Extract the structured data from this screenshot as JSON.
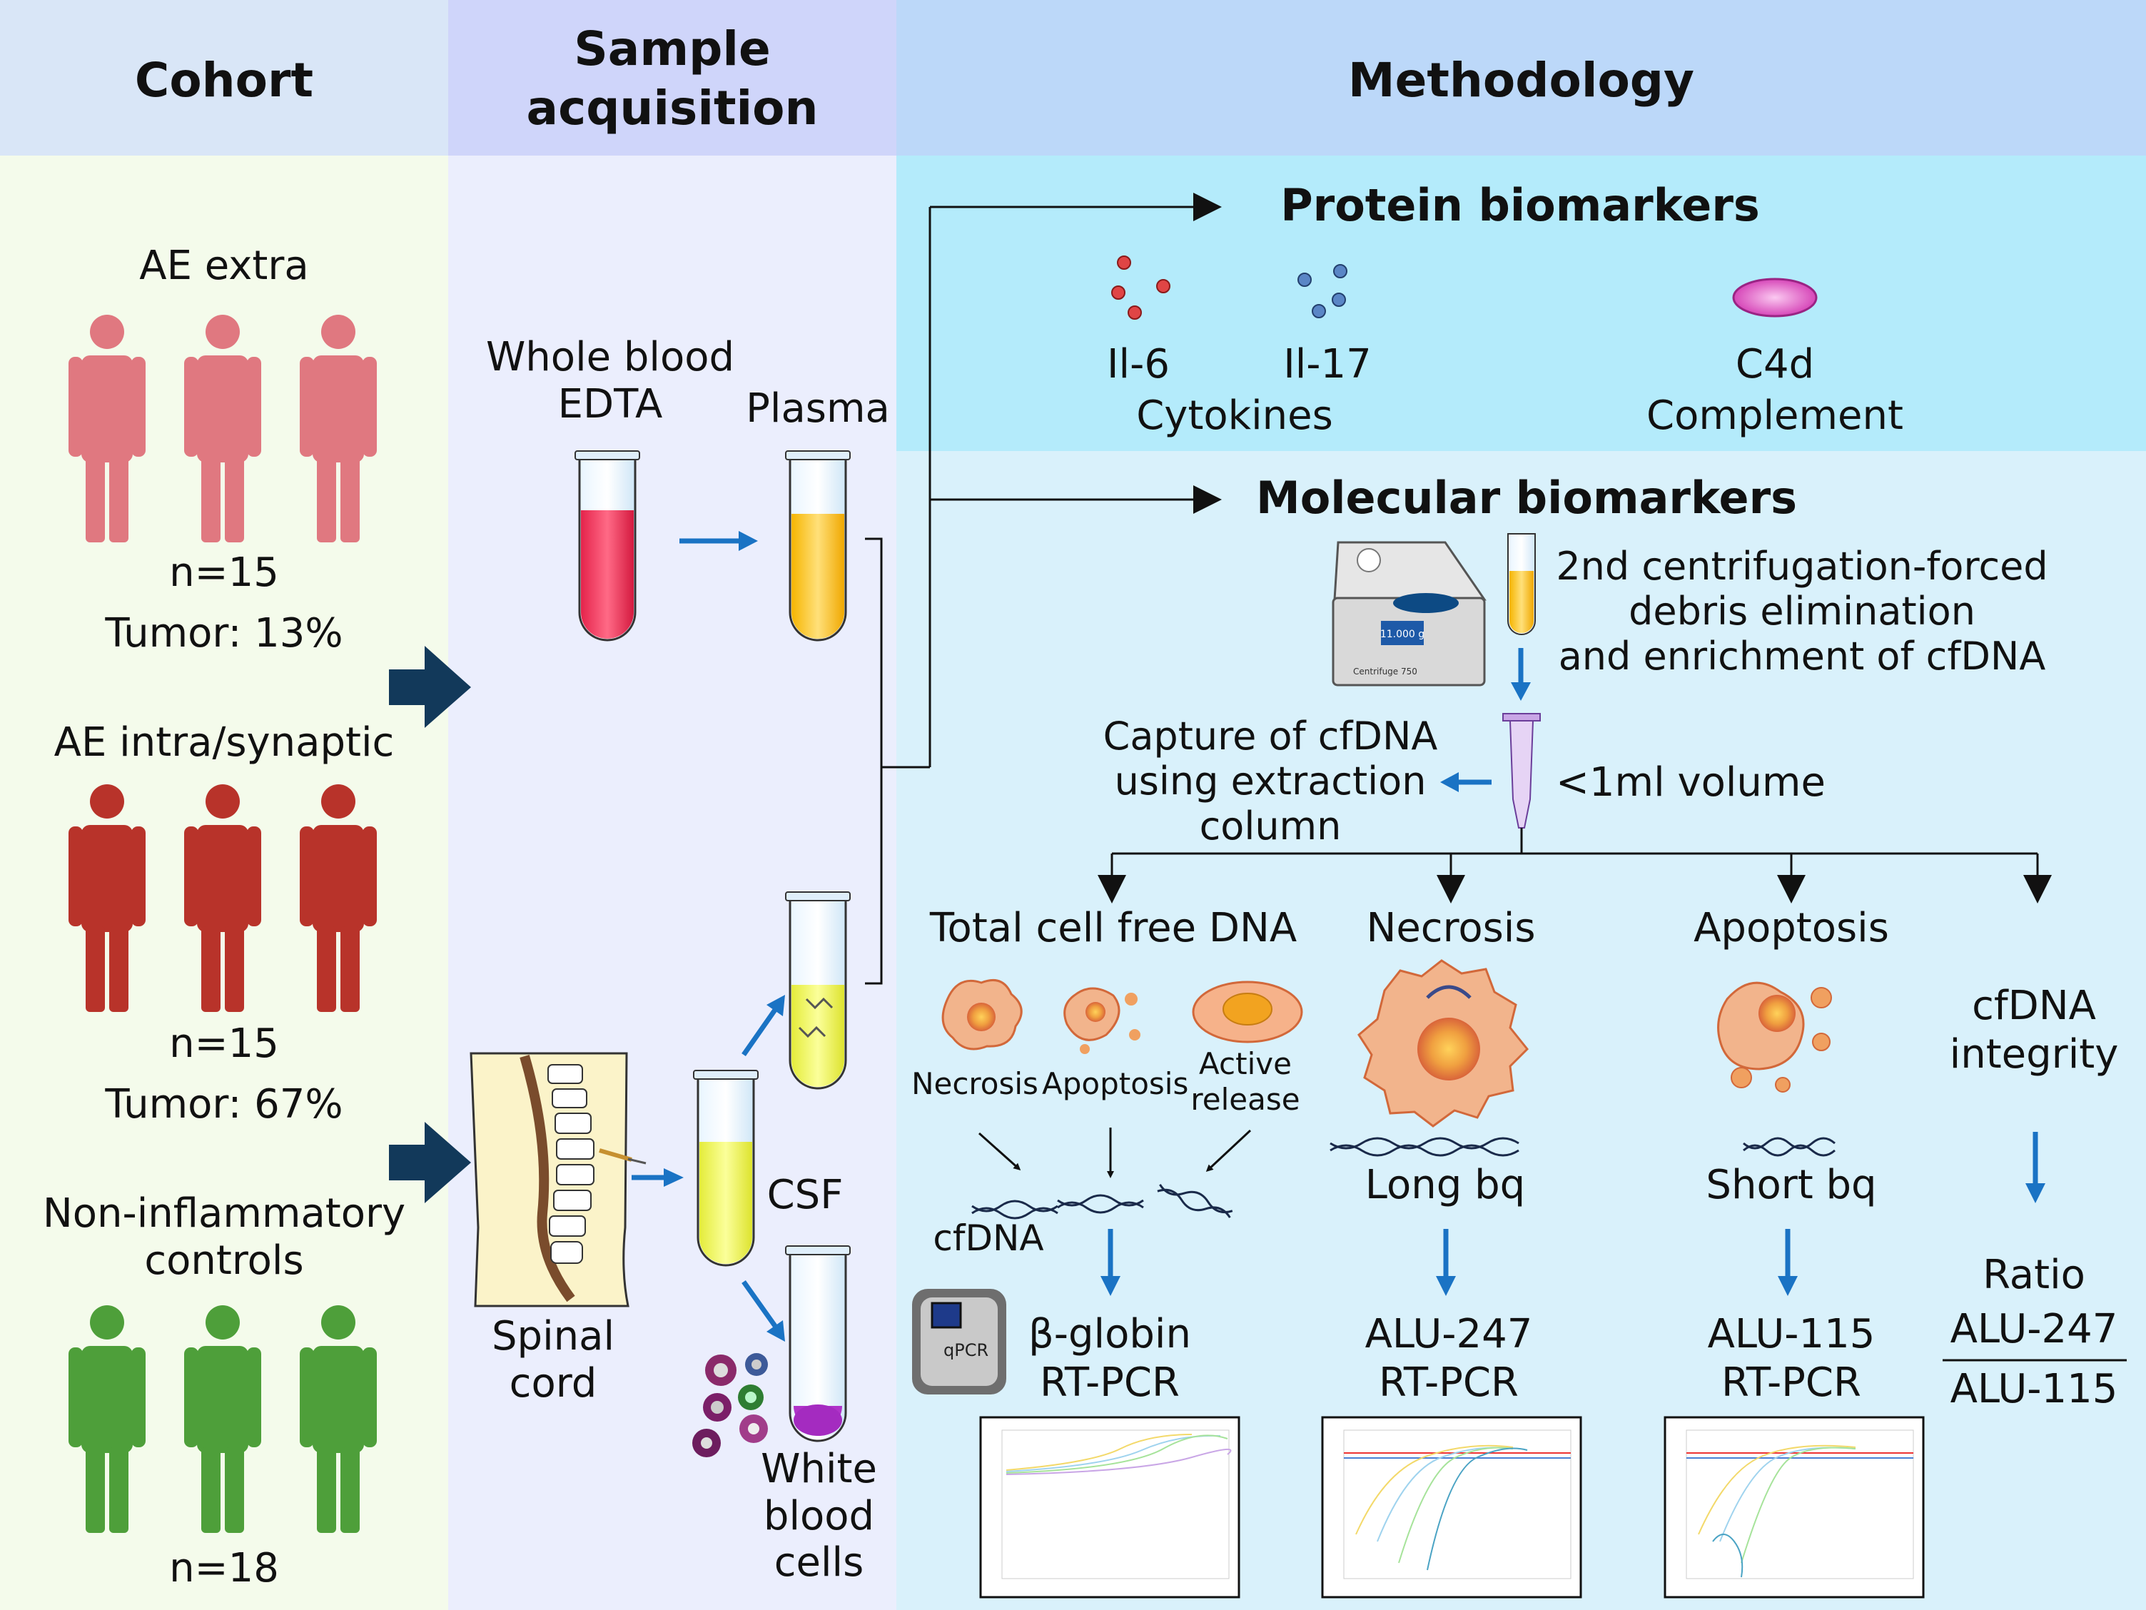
{
  "headers": {
    "cohort": "Cohort",
    "sample": "Sample\nacquisition",
    "methodology": "Methodology"
  },
  "cohort": {
    "groups": [
      {
        "name": "AE extra",
        "n": "n=15",
        "tumor": "Tumor: 13%",
        "color": "#e07880"
      },
      {
        "name": "AE intra/synaptic",
        "n": "n=15",
        "tumor": "Tumor: 67%",
        "color": "#b8332a"
      },
      {
        "name": "Non-inflammatory\ncontrols",
        "n": "n=18",
        "tumor": "",
        "color": "#4e9f3a"
      }
    ]
  },
  "sample": {
    "whole_blood": "Whole blood\nEDTA",
    "plasma": "Plasma",
    "csf": "CSF",
    "spinal_cord": "Spinal\ncord",
    "white_blood_cells": "White\nblood\ncells"
  },
  "protein": {
    "title": "Protein biomarkers",
    "il6": "Il-6",
    "il17": "Il-17",
    "cytokines": "Cytokines",
    "c4d": "C4d",
    "complement": "Complement"
  },
  "molecular": {
    "title": "Molecular biomarkers",
    "centrifugation": "2nd centrifugation-forced\ndebris elimination\nand enrichment of cfDNA",
    "capture": "Capture of cfDNA\nusing extraction\ncolumn",
    "volume": "<1ml volume",
    "centrifuge_display": "11.000 g",
    "centrifuge_brand": "Centrifuge 750",
    "branches": {
      "total": "Total cell free DNA",
      "necrosis": "Necrosis",
      "apoptosis": "Apoptosis",
      "integrity": "cfDNA\nintegrity"
    },
    "sub_necrosis": "Necrosis",
    "sub_apoptosis": "Apoptosis",
    "sub_active": "Active\nrelease",
    "cfdna": "cfDNA",
    "long_bq": "Long bq",
    "short_bq": "Short bq",
    "qpcr": "qPCR",
    "beta_globin": "β-globin\nRT-PCR",
    "alu247": "ALU-247\nRT-PCR",
    "alu115": "ALU-115\nRT-PCR",
    "ratio": "Ratio",
    "ratio_num": "ALU-247",
    "ratio_den": "ALU-115"
  },
  "colors": {
    "cohort_bg": "#f4fbeb",
    "sample_bg": "#ebeefd",
    "method_bg": "#d9f1fb",
    "protein_bg": "#b4ebfb",
    "arrow_blue": "#1a73c4",
    "arrow_navy": "#12395a"
  }
}
